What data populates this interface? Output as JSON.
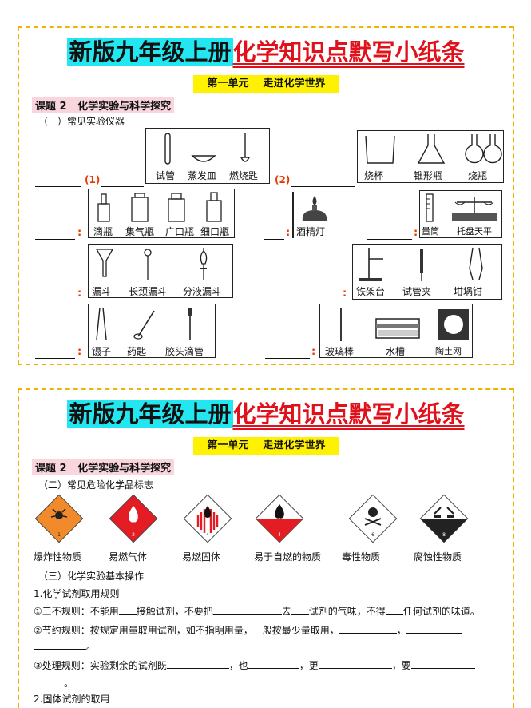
{
  "card1": {
    "title_a": "新版九年级上册",
    "title_b": "化学知识点默写小纸条",
    "unit": "第一单元    走进化学世界",
    "lesson": "课题 2   化学实验与科学探究",
    "section": "（一）常见实验仪器",
    "marker1": "(1)",
    "marker2": "(2)",
    "colon": ":",
    "groups": {
      "g1": [
        "试管",
        "蒸发皿",
        "燃烧匙"
      ],
      "g2": [
        "烧杯",
        "锥形瓶",
        "烧瓶"
      ],
      "g3": [
        "滴瓶",
        "集气瓶",
        "广口瓶",
        "细口瓶"
      ],
      "g4": [
        "酒精灯"
      ],
      "g5": [
        "量筒",
        "托盘天平"
      ],
      "g6": [
        "漏斗",
        "长颈漏斗",
        "分液漏斗"
      ],
      "g7": [
        "铁架台",
        "试管夹",
        "坩埚钳"
      ],
      "g8": [
        "镊子",
        "药匙",
        "胶头滴管"
      ],
      "g9": [
        "玻璃棒",
        "水槽",
        "陶土网"
      ]
    }
  },
  "card2": {
    "title_a": "新版九年级上册",
    "title_b": "化学知识点默写小纸条",
    "unit": "第一单元    走进化学世界",
    "lesson": "课题 2   化学实验与科学探究",
    "section2": "（二）常见危险化学品标志",
    "signs": [
      "爆炸性物质",
      "易燃气体",
      "易燃固体",
      "易于自燃的物质",
      "毒性物质",
      "腐蚀性物质"
    ],
    "sign_nums": [
      "1",
      "2",
      "4",
      "4",
      "6",
      "8"
    ],
    "section3": "（三）化学实验基本操作",
    "rule_head": "1.化学试剂取用规则",
    "rule1": [
      "①三不规则：不能用",
      "接触试剂，不要把",
      "去",
      "试剂的气味，不得",
      "任何试剂的味道。"
    ],
    "rule2": [
      "②节约规则：按规定用量取用试剂，如不指明用量，一般按最少量取用，",
      "，"
    ],
    "rule2_end": "。",
    "rule3": [
      "③处理规则：实验剩余的试剂既",
      "，也",
      "，更",
      "，要"
    ],
    "rule3_end": "。",
    "solid_head": "2.固体试剂的取用"
  },
  "colors": {
    "accent_cyan": "#22e6f0",
    "title_red": "#e0111a",
    "unit_yellow": "#fff200",
    "lesson_pink": "#f9d6dd",
    "border_gold": "#f0b400",
    "colon_orange": "#e63a00"
  }
}
